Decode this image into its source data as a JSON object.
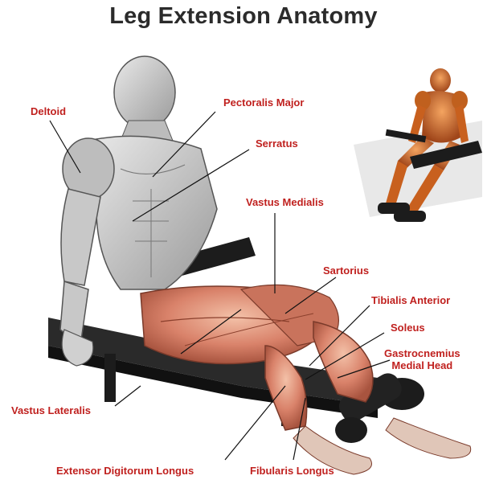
{
  "title": "Leg Extension Anatomy",
  "colors": {
    "label": "#c0211f",
    "title": "#2b2b2b",
    "muscle_highlight": "#d9826a",
    "bench": "#1c1c1c",
    "skin_sketch": "#8a8a8a",
    "thumbnail_muscle": "#d2691e"
  },
  "labels": {
    "deltoid": "Deltoid",
    "pectoralis_major": "Pectoralis Major",
    "serratus": "Serratus",
    "vastus_medialis": "Vastus Medialis",
    "sartorius": "Sartorius",
    "tibialis_anterior": "Tibialis Anterior",
    "soleus": "Soleus",
    "gastrocnemius_line1": "Gastrocnemius",
    "gastrocnemius_line2": "Medial Head",
    "vastus_lateralis": "Vastus Lateralis",
    "extensor_digitorum_longus": "Extensor Digitorum Longus",
    "fibularis_longus": "Fibularis Longus"
  }
}
